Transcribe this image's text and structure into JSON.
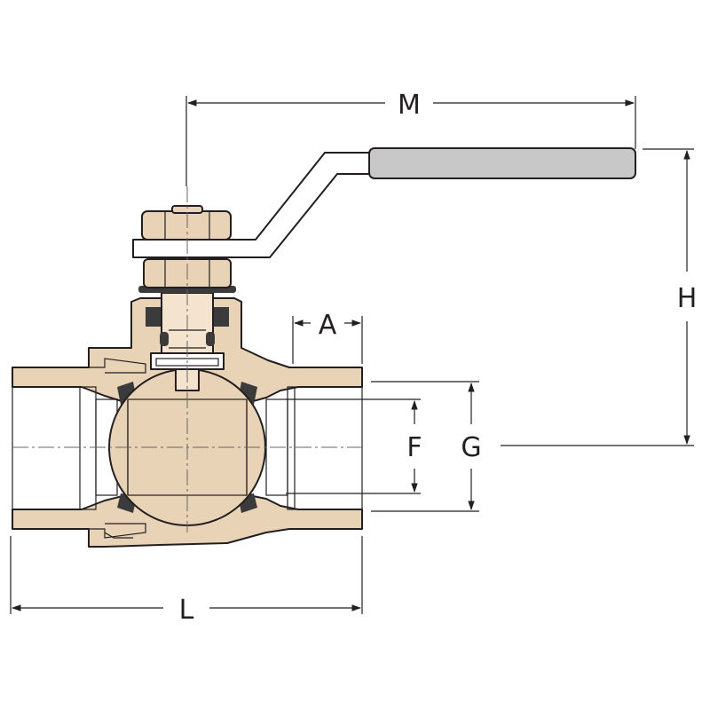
{
  "dimensions": {
    "M": "M",
    "H": "H",
    "A": "A",
    "F": "F",
    "G": "G",
    "L": "L"
  },
  "colors": {
    "brass": "#e9d3b6",
    "brass_dark": "#d9bf9c",
    "bore_glass": "#e9f3f6",
    "handle_grip": "#c8c8c8",
    "handle_steel": "#ffffff",
    "seal": "#3b3b3b",
    "line": "#231f20"
  },
  "icons": {
    "valve": "ball-valve-cross-section"
  }
}
